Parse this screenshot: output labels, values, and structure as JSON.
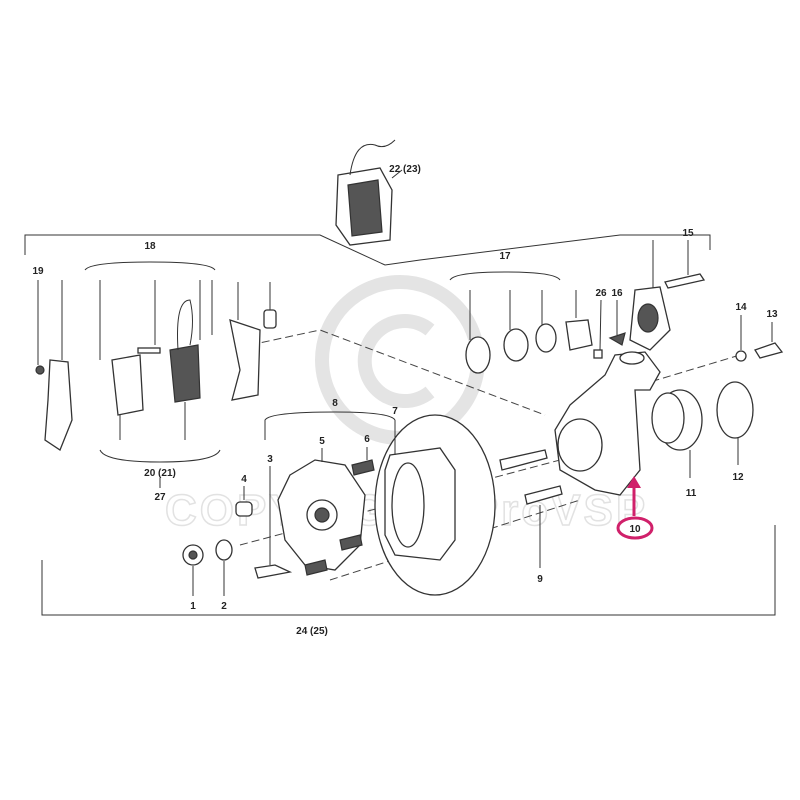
{
  "watermark": {
    "text": "COPYRIGHT ProVSP"
  },
  "highlight_color": "#d0206a",
  "labels": {
    "l22": "22 (23)",
    "l18": "18",
    "l19": "19",
    "l17": "17",
    "l15": "15",
    "l16": "16",
    "l26": "26",
    "l14": "14",
    "l13": "13",
    "l20": "20 (21)",
    "l27": "27",
    "l4": "4",
    "l3": "3",
    "l5": "5",
    "l6": "6",
    "l8": "8",
    "l7": "7",
    "l11": "11",
    "l12": "12",
    "l10": "10",
    "l9": "9",
    "l1": "1",
    "l2": "2",
    "l24": "24 (25)"
  }
}
